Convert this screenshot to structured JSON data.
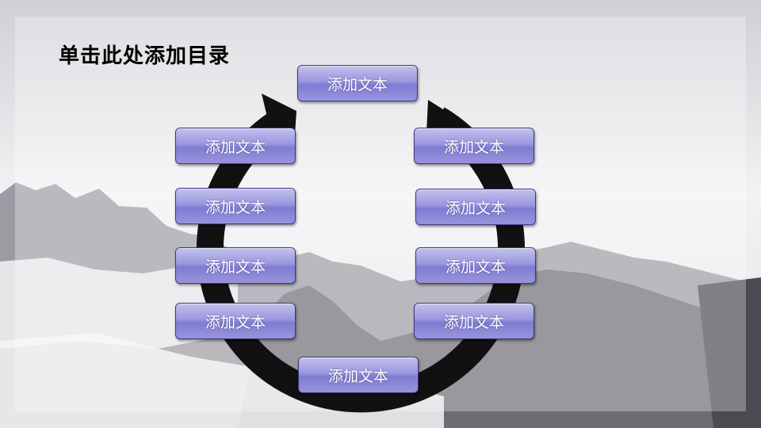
{
  "slide": {
    "title": "单击此处添加目录"
  },
  "diagram": {
    "nodes": [
      "添加文本",
      "添加文本",
      "添加文本",
      "添加文本",
      "添加文本",
      "添加文本",
      "添加文本",
      "添加文本",
      "添加文本",
      "添加文本"
    ]
  },
  "colors": {
    "box_fill": "#8f8cd8",
    "box_border": "#3d3a7a",
    "arrow": "#111111",
    "mountains": "#7a7a82"
  }
}
